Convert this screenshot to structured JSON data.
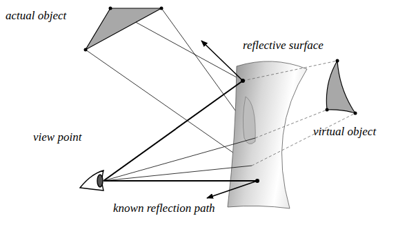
{
  "diagram": {
    "labels": [
      "actual object",
      "reflective surface",
      "view point",
      "virtual object",
      "known reflection path"
    ]
  }
}
